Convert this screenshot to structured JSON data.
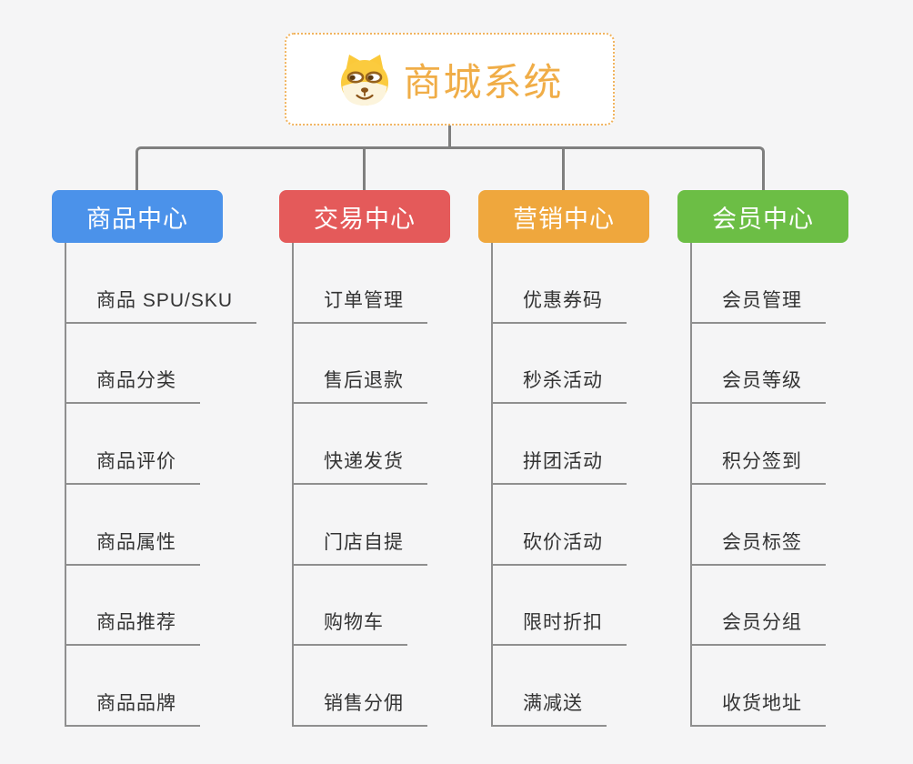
{
  "root": {
    "title": "商城系统",
    "icon": "doge-face-icon",
    "icon_colors": {
      "face": "#fbcb3e",
      "muzzle": "#fcf4dc",
      "brown": "#8a5317"
    }
  },
  "branches": [
    {
      "label": "商品中心",
      "color": "#4b92ea",
      "items": [
        "商品 SPU/SKU",
        "商品分类",
        "商品评价",
        "商品属性",
        "商品推荐",
        "商品品牌"
      ]
    },
    {
      "label": "交易中心",
      "color": "#e45a5a",
      "items": [
        "订单管理",
        "售后退款",
        "快递发货",
        "门店自提",
        "购物车",
        "销售分佣"
      ]
    },
    {
      "label": "营销中心",
      "color": "#efa73d",
      "items": [
        "优惠券码",
        "秒杀活动",
        "拼团活动",
        "砍价活动",
        "限时折扣",
        "满减送"
      ]
    },
    {
      "label": "会员中心",
      "color": "#6cbe45",
      "items": [
        "会员管理",
        "会员等级",
        "积分签到",
        "会员标签",
        "会员分组",
        "收货地址"
      ]
    }
  ],
  "colors": {
    "background": "#f5f5f6",
    "connector": "#7f7f7f",
    "leaf_line": "#8f8f8f",
    "leaf_text": "#333333",
    "root_border": "#f1b45f",
    "root_text": "#f0ad47"
  }
}
